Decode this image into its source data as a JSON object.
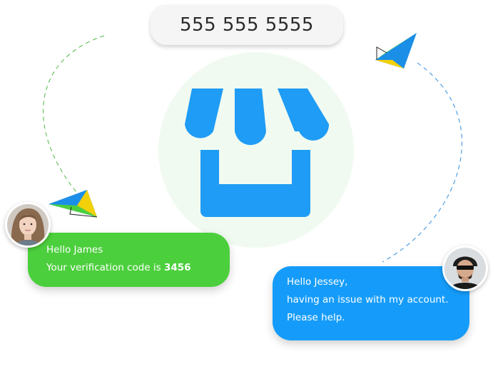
{
  "phone": {
    "number": "555 555 5555"
  },
  "center_icon": "store-icon",
  "colors": {
    "store_blue": "#1f9cf5",
    "circle_bg": "#f1faf0",
    "green_bubble": "#4ccf3d",
    "blue_bubble": "#159cfa",
    "dash_green": "#4cb944",
    "dash_blue": "#2f8fe0"
  },
  "messages": {
    "incoming": {
      "line1": "Hello James",
      "line2_prefix": "Your verification code is ",
      "code": "3456"
    },
    "outgoing": {
      "line1": "Hello Jessey,",
      "line2": "having an issue with my account.",
      "line3": "Please help."
    }
  }
}
